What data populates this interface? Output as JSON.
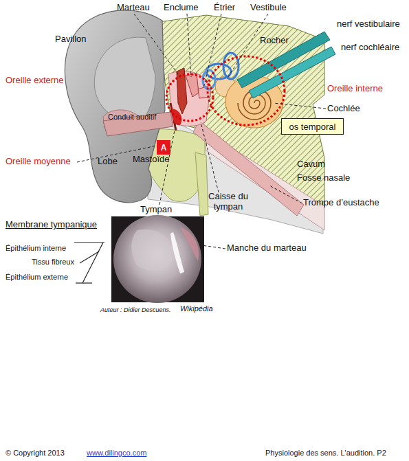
{
  "diagram": {
    "nodes": [
      {
        "text": [
          "os temporal"
        ]
      },
      {
        "text": [
          "A"
        ]
      }
    ],
    "labels": [
      "Marteau",
      "Enclume",
      "Étrier",
      "Vestibule",
      "nerf vestibulaire",
      "Pavillon",
      "Rocher",
      "nerf cochléaire",
      "Oreille externe",
      "Oreille interne",
      "Cochlée",
      "Conduit auditif",
      "Mastoïde",
      "Lobe",
      "Oreille moyenne",
      "Cavum",
      "Fosse nasale",
      "Caisse du tympan",
      "Trompe d’eustache",
      "Tympan",
      "Membrane tympanique",
      "Manche du marteau",
      "Épithélium interne",
      "Tissu fibreux",
      "Épithélium externe",
      "Auteur : Didier Descuens.",
      "Wikipédia",
      "© Copyright 2013",
      "www.dilingco.com",
      "Physiologie des sens. L'audition. P2"
    ]
  }
}
